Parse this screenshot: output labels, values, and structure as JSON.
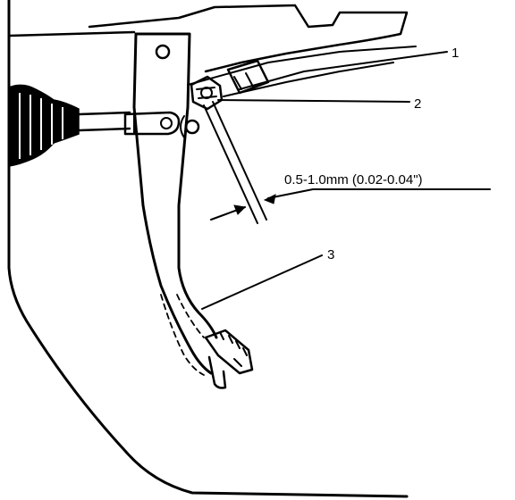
{
  "labels": {
    "part_1": "1",
    "part_2": "2",
    "part_3": "3",
    "clearance": "0.5-1.0mm (0.02-0.04\")"
  },
  "colors": {
    "ink": "#000000",
    "paper": "#ffffff"
  }
}
